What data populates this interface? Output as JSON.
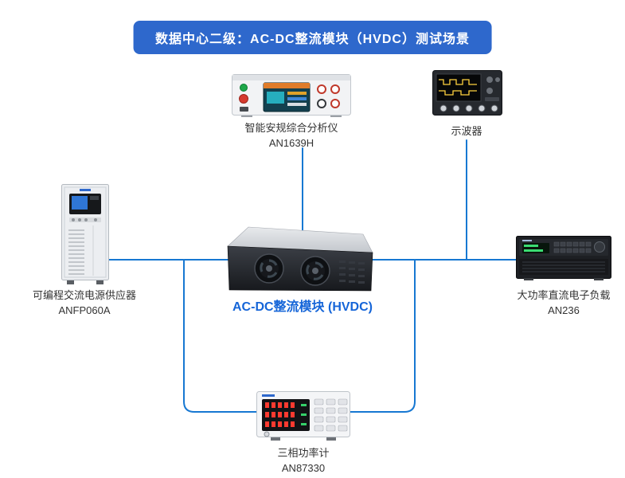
{
  "banner": {
    "title": "数据中心二级：AC-DC整流模块（HVDC）测试场景"
  },
  "devices": {
    "analyzer": {
      "name": "智能安规综合分析仪",
      "model": "AN1639H"
    },
    "oscilloscope": {
      "name": "示波器"
    },
    "ac_source": {
      "name": "可编程交流电源供应器",
      "model": "ANFP060A"
    },
    "dut": {
      "name": "AC-DC整流模块 (HVDC)"
    },
    "dc_load": {
      "name": "大功率直流电子负载",
      "model": "AN236"
    },
    "power_meter": {
      "name": "三相功率计",
      "model": "AN87330"
    }
  },
  "colors": {
    "banner_bg": "#2e68cc",
    "wire": "#1778d2",
    "dut_label": "#1565d8",
    "label_text": "#333333"
  }
}
